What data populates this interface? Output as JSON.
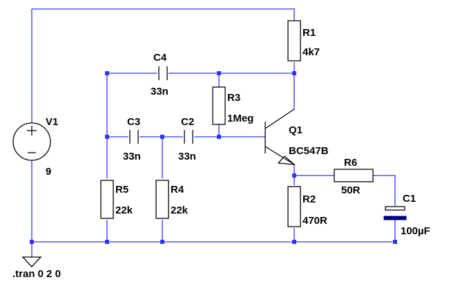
{
  "components": {
    "r1": {
      "name": "R1",
      "value": "4k7"
    },
    "r2": {
      "name": "R2",
      "value": "470R"
    },
    "r3": {
      "name": "R3",
      "value": "1Meg"
    },
    "r4": {
      "name": "R4",
      "value": "22k"
    },
    "r5": {
      "name": "R5",
      "value": "22k"
    },
    "r6": {
      "name": "R6",
      "value": "50R"
    },
    "c1": {
      "name": "C1",
      "value": "100µF"
    },
    "c2": {
      "name": "C2",
      "value": "33n"
    },
    "c3": {
      "name": "C3",
      "value": "33n"
    },
    "c4": {
      "name": "C4",
      "value": "33n"
    },
    "q1": {
      "name": "Q1",
      "value": "BC547B"
    },
    "v1": {
      "name": "V1",
      "value": "9"
    }
  },
  "directive": ".tran 0 2 0",
  "colors": {
    "wire": "#3333ff",
    "component": "#000000",
    "capacitor_plate": "#000080"
  }
}
